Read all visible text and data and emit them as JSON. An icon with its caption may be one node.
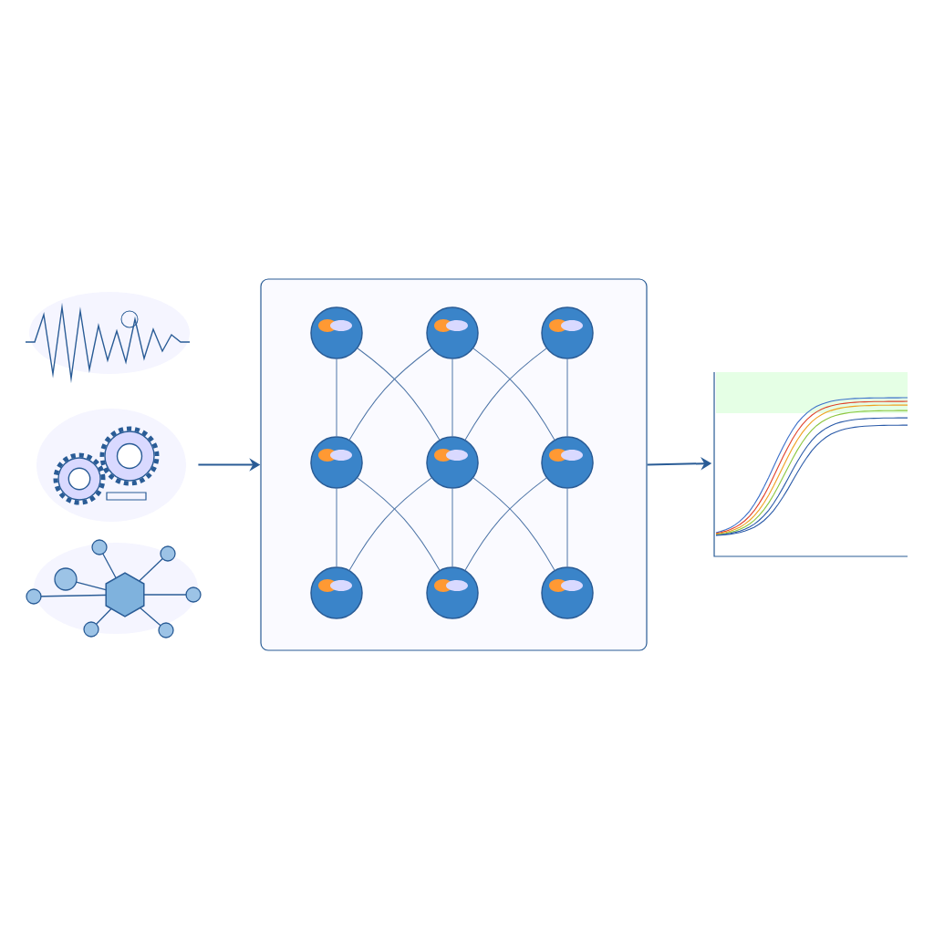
{
  "diagram": {
    "nodes": [
      {
        "text": [],
        "shape": "picture"
      },
      {
        "text": [],
        "shape": "picture"
      },
      {
        "text": [],
        "shape": "picture"
      },
      {
        "text": [],
        "shape": "box"
      },
      {
        "text": [],
        "shape": "circle",
        "in": 3
      },
      {
        "text": [],
        "shape": "circle",
        "in": 3
      },
      {
        "text": [],
        "shape": "circle",
        "in": 3
      },
      {
        "text": [],
        "shape": "circle",
        "in": 3
      },
      {
        "text": [],
        "shape": "circle",
        "in": 3
      },
      {
        "text": [],
        "shape": "circle",
        "in": 3
      },
      {
        "text": [],
        "shape": "circle",
        "in": 3
      },
      {
        "text": [],
        "shape": "circle",
        "in": 3
      },
      {
        "text": [],
        "shape": "circle",
        "in": 3
      },
      {
        "text": [],
        "shape": "picture"
      }
    ],
    "edges": [
      {
        "from": null,
        "to": 3,
        "arrow": "to",
        "color": "#2a5c96"
      },
      {
        "from": 3,
        "to": 13,
        "arrow": "to",
        "color": "#2a5c96"
      },
      {
        "from": 4,
        "to": 7,
        "arrow": "none"
      },
      {
        "from": 4,
        "to": 8,
        "arrow": "none"
      },
      {
        "from": 5,
        "to": 7,
        "arrow": "none"
      },
      {
        "from": 5,
        "to": 8,
        "arrow": "none"
      },
      {
        "from": 5,
        "to": 9,
        "arrow": "none"
      },
      {
        "from": 6,
        "to": 8,
        "arrow": "none"
      },
      {
        "from": 6,
        "to": 9,
        "arrow": "none"
      },
      {
        "from": 7,
        "to": 10,
        "arrow": "none"
      },
      {
        "from": 7,
        "to": 11,
        "arrow": "none"
      },
      {
        "from": 8,
        "to": 10,
        "arrow": "none"
      },
      {
        "from": 8,
        "to": 11,
        "arrow": "none"
      },
      {
        "from": 8,
        "to": 12,
        "arrow": "none"
      },
      {
        "from": 9,
        "to": 11,
        "arrow": "none"
      },
      {
        "from": 9,
        "to": 12,
        "arrow": "none"
      }
    ]
  }
}
